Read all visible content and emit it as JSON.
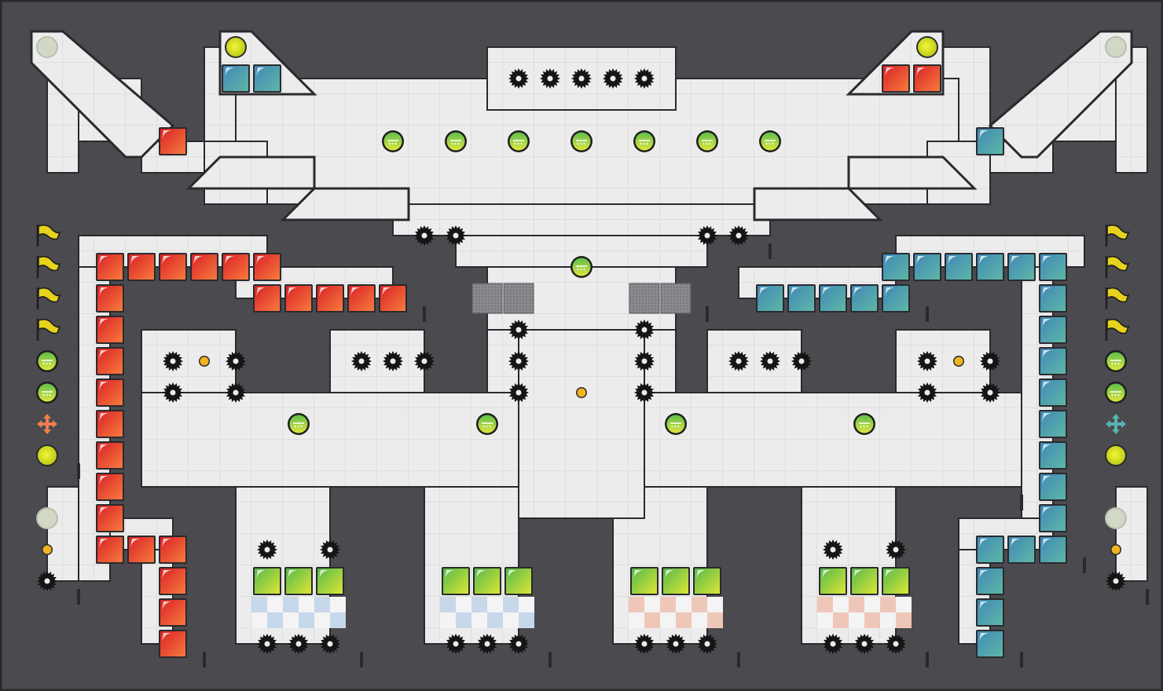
{
  "theme": {
    "background": "#4a4a4f",
    "outline": "#2a2a2e",
    "floor": "#ececec",
    "grid": "#d9d9dc",
    "red_team": "#e8342c",
    "blue_team": "#4f9ab5",
    "neutral": "#7ec544",
    "flag": "#e7d21c"
  },
  "map": {
    "grid_size": "37 x 22",
    "side_panels": {
      "left": [
        "flag-icon",
        "flag-icon",
        "flag-icon",
        "flag-icon",
        "boost-icon",
        "boost-icon",
        "move-icon",
        "bomb-icon"
      ],
      "right": [
        "flag-icon",
        "flag-icon",
        "flag-icon",
        "flag-icon",
        "boost-icon",
        "boost-icon",
        "move-icon",
        "bomb-icon"
      ]
    },
    "legend_left": [
      "bomb-off-icon",
      "powerup-icon",
      "spike-icon"
    ],
    "legend_right": [
      "bomb-off-icon",
      "powerup-icon",
      "spike-icon"
    ],
    "red_gate_color": "#e8342c",
    "blue_gate_color": "#4f9ab5",
    "red_move_color": "#f37d4d",
    "blue_move_color": "#5ab3b3",
    "counts": {
      "spikes": 54,
      "boosts": 12,
      "powerups": 5,
      "bombs": 4
    }
  }
}
